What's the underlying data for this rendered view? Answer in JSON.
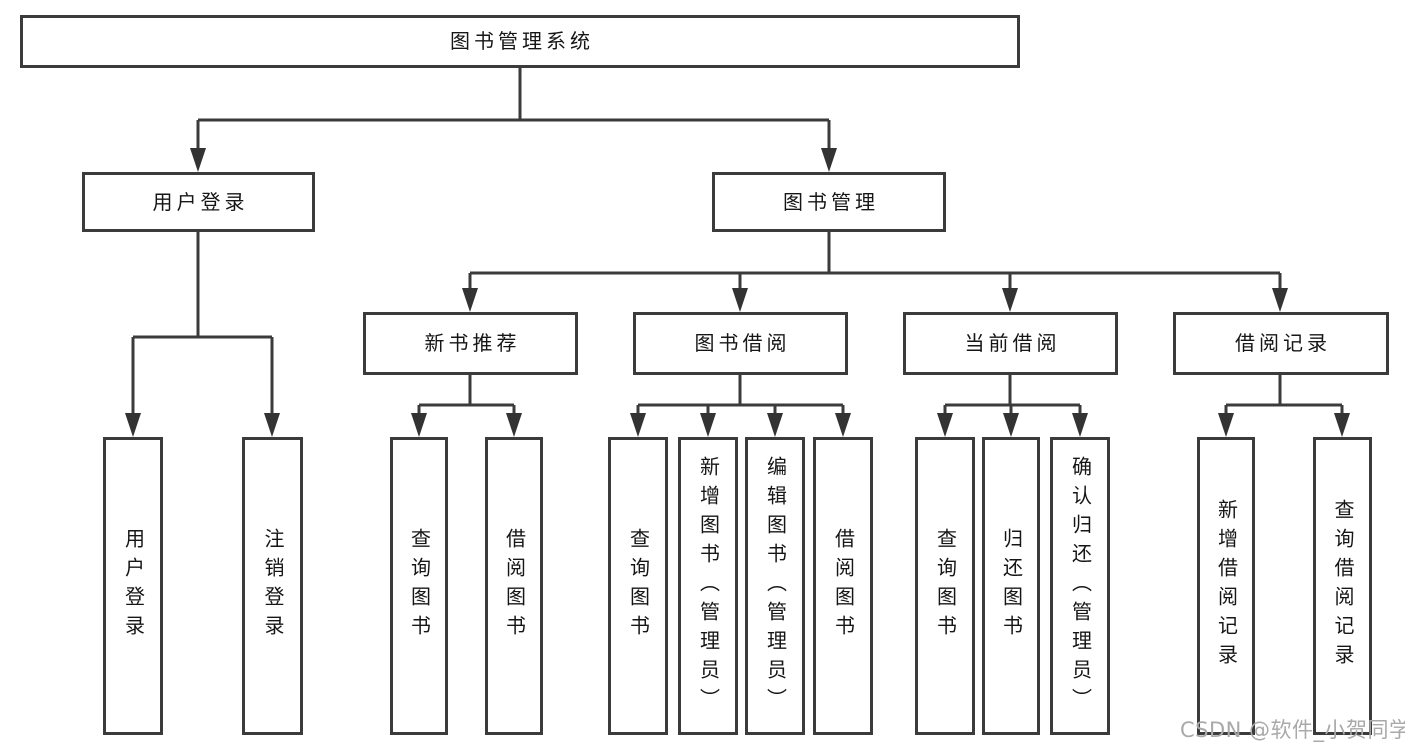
{
  "tree": {
    "label": "图书管理系统",
    "children": [
      {
        "label": "用户登录",
        "children": [
          {
            "label": "用户登录"
          },
          {
            "label": "注销登录"
          }
        ]
      },
      {
        "label": "图书管理",
        "children": [
          {
            "label": "新书推荐",
            "children": [
              {
                "label": "查询图书"
              },
              {
                "label": "借阅图书"
              }
            ]
          },
          {
            "label": "图书借阅",
            "children": [
              {
                "label": "查询图书"
              },
              {
                "label": "新增图书（管理员）"
              },
              {
                "label": "编辑图书（管理员）"
              },
              {
                "label": "借阅图书"
              }
            ]
          },
          {
            "label": "当前借阅",
            "children": [
              {
                "label": "查询图书"
              },
              {
                "label": "归还图书"
              },
              {
                "label": "确认归还（管理员）"
              }
            ]
          },
          {
            "label": "借阅记录",
            "children": [
              {
                "label": "新增借阅记录"
              },
              {
                "label": "查询借阅记录"
              }
            ]
          }
        ]
      }
    ]
  },
  "watermark": {
    "text": "CSDN @软件_小贺同学"
  },
  "colors": {
    "line": "#3b3b3b",
    "text": "#161616",
    "watermark": "#a9a9a9",
    "background": "#ffffff"
  }
}
